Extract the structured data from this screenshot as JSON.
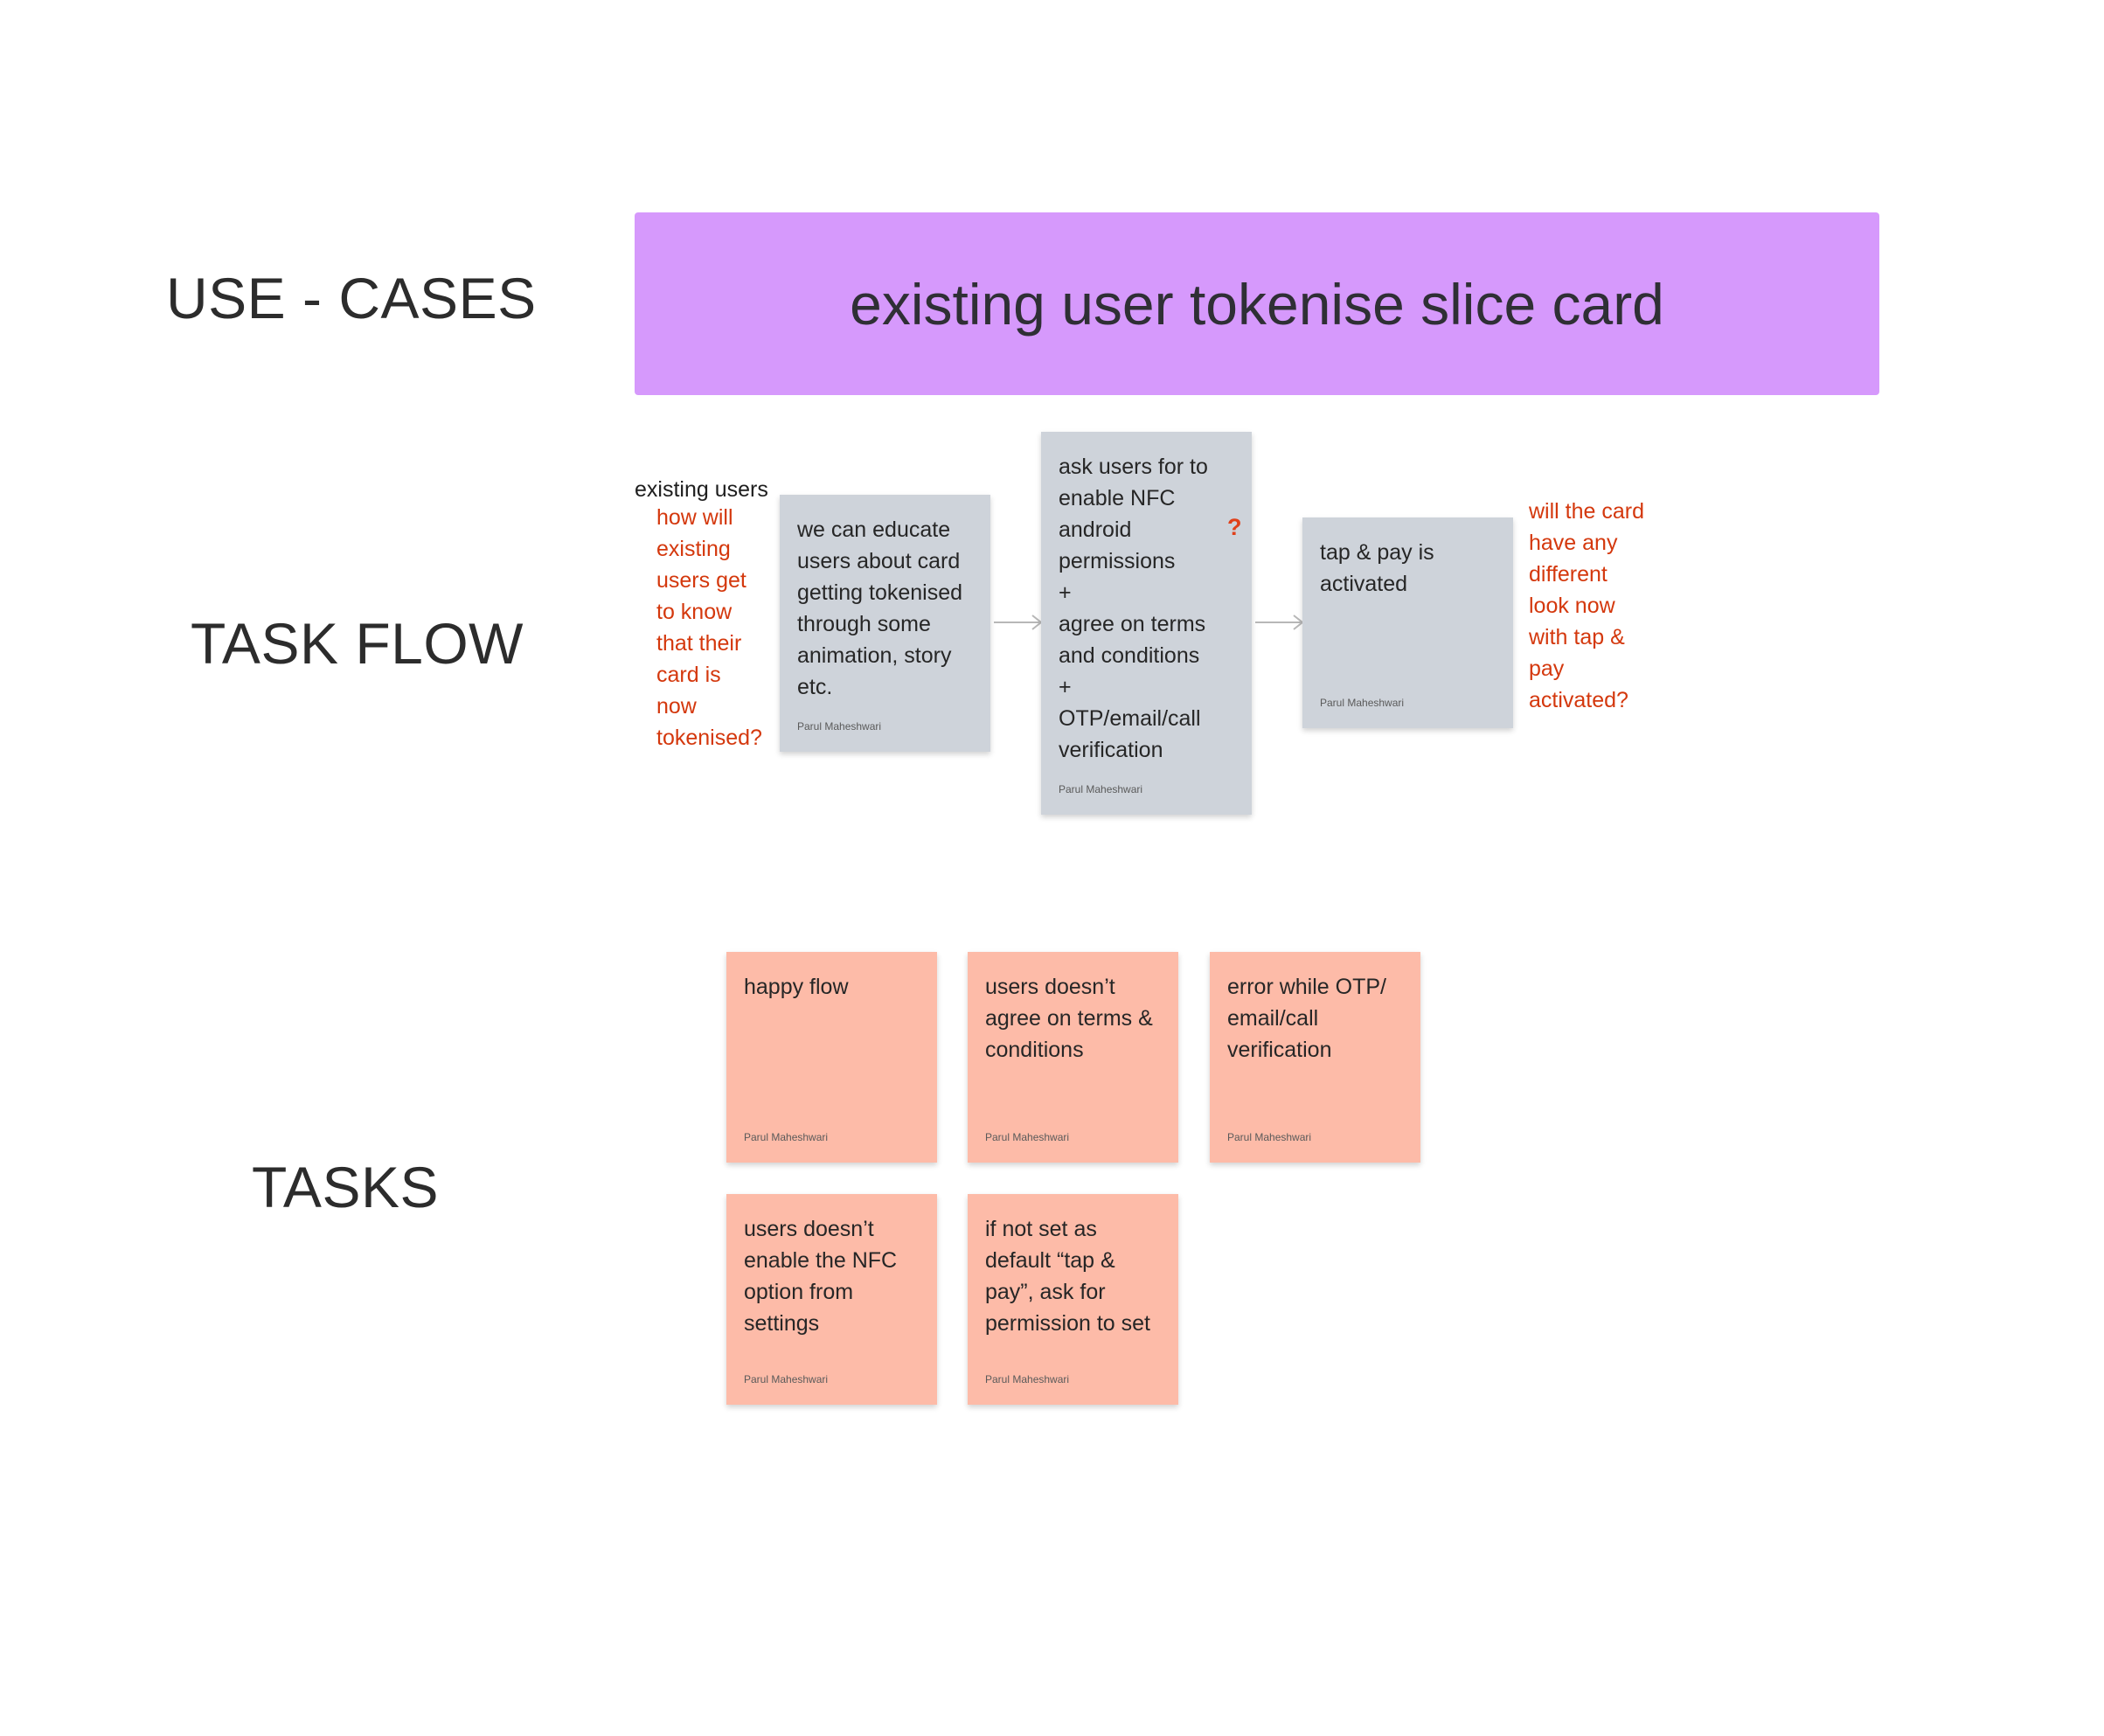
{
  "section_labels": {
    "use_cases": "USE - CASES",
    "task_flow": "TASK FLOW",
    "tasks": "TASKS"
  },
  "banner": {
    "title": "existing user tokenise slice card"
  },
  "task_flow": {
    "start_label": "existing users",
    "left_question": "how will\nexisting\nusers get\nto know\nthat their\ncard is\nnow\ntokenised?",
    "notes": [
      {
        "text": "we can educate\nusers about card\ngetting tokenised\nthrough some\nanimation, story\netc.",
        "author": "Parul Maheshwari"
      },
      {
        "text": "ask users for to\nenable NFC\nandroid\npermissions\n              +\nagree on terms\nand conditions\n              +\nOTP/email/call\nverification",
        "author": "Parul Maheshwari"
      },
      {
        "text": "tap & pay is\nactivated",
        "author": "Parul Maheshwari"
      }
    ],
    "question_badge": "?",
    "right_question": "will the card\nhave any\ndifferent\nlook now\nwith tap &\npay\nactivated?"
  },
  "tasks": [
    {
      "text": "happy flow",
      "author": "Parul Maheshwari"
    },
    {
      "text": "users doesn’t\nagree on terms &\nconditions",
      "author": "Parul Maheshwari"
    },
    {
      "text": "error while OTP/\nemail/call\nverification",
      "author": "Parul Maheshwari"
    },
    {
      "text": "users doesn’t\nenable the NFC\noption from\nsettings",
      "author": "Parul Maheshwari"
    },
    {
      "text": "if not set as\ndefault “tap &\npay”, ask for\npermission to set",
      "author": "Parul Maheshwari"
    }
  ],
  "colors": {
    "banner": "#d699fc",
    "flow_note": "#ced3da",
    "task_note": "#fdbba8",
    "question_text": "#d4380d"
  }
}
